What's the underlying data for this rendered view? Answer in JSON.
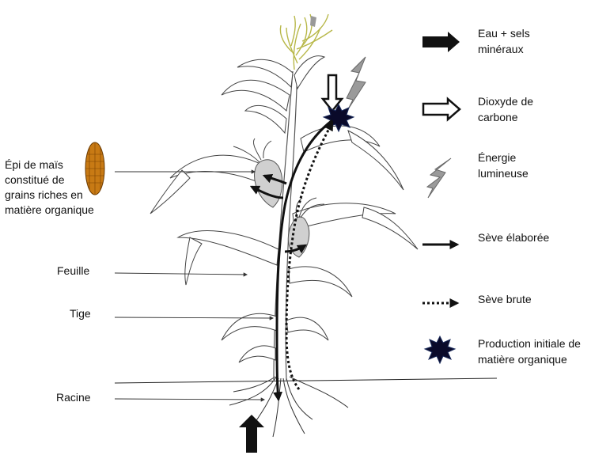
{
  "labels": {
    "epi": [
      "Épi de maïs",
      "constitué de",
      "grains riches en",
      "matière organique"
    ],
    "feuille": "Feuille",
    "tige": "Tige",
    "racine": "Racine"
  },
  "legend": [
    {
      "icon": "black-arrow-icon",
      "lines": [
        "Eau + sels",
        "minéraux"
      ]
    },
    {
      "icon": "hollow-arrow-icon",
      "lines": [
        "Dioxyde de",
        "carbone"
      ]
    },
    {
      "icon": "lightning-icon",
      "lines": [
        "Énergie",
        "lumineuse"
      ]
    },
    {
      "icon": "solid-line-arrow-icon",
      "lines": [
        "Sève élaborée"
      ]
    },
    {
      "icon": "dotted-line-arrow-icon",
      "lines": [
        "Sève brute"
      ]
    },
    {
      "icon": "star-burst-icon",
      "lines": [
        "Production initiale de",
        "matière organique"
      ]
    }
  ],
  "colors": {
    "ink": "#111111",
    "lightning": "#9a9a9a",
    "tassel": "#b8b84a",
    "cob": "#c87a14",
    "husk": "#d0d0d0"
  }
}
